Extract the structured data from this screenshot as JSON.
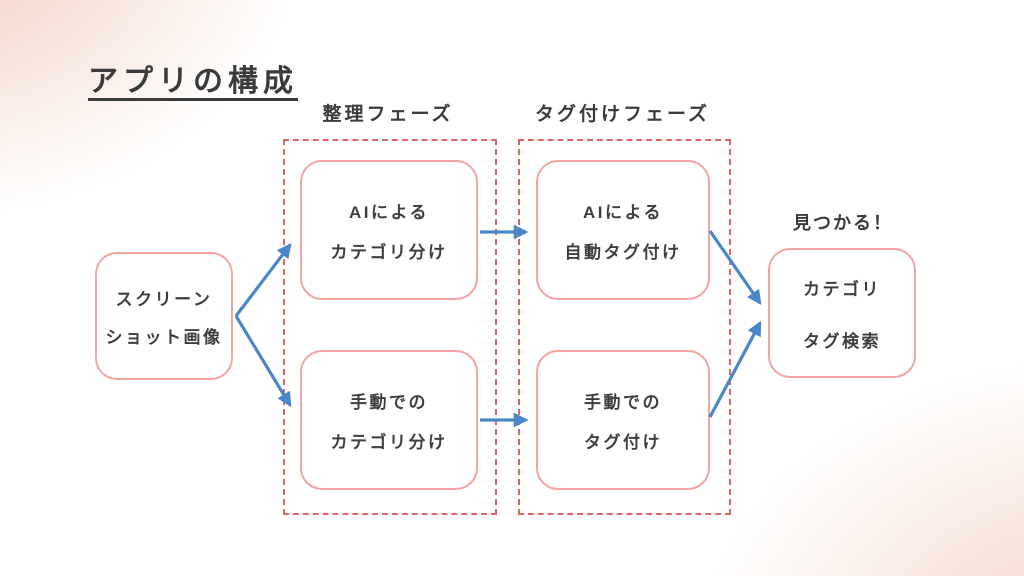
{
  "page": {
    "title": "アプリの構成"
  },
  "phases": [
    {
      "label": "整理フェーズ"
    },
    {
      "label": "タグ付けフェーズ"
    }
  ],
  "nodes": {
    "source": {
      "lines": [
        "スクリーン",
        "ショット画像"
      ]
    },
    "ai_categorize": {
      "lines": [
        "AIによる",
        "カテゴリ分け"
      ]
    },
    "manual_categorize": {
      "lines": [
        "手動での",
        "カテゴリ分け"
      ]
    },
    "ai_tag": {
      "lines": [
        "AIによる",
        "自動タグ付け"
      ]
    },
    "manual_tag": {
      "lines": [
        "手動での",
        "タグ付け"
      ]
    },
    "search": {
      "lines": [
        "カテゴリ",
        "タグ検索"
      ]
    }
  },
  "result_label": "見つかる！",
  "colors": {
    "node_border_pink": "#f2a3a3",
    "phase_frame_red": "#e06565",
    "arrow_blue": "#4a86c8",
    "text_dark": "#3b3b3b",
    "corner_glow_peach": "#e09270"
  }
}
